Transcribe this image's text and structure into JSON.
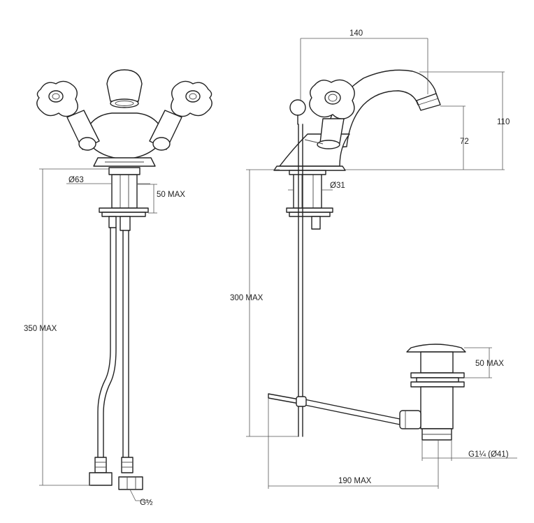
{
  "dimensions": {
    "front_diameter": "Ø63",
    "front_tail_length": "50 MAX",
    "front_height": "350 MAX",
    "thread_label": "G½",
    "side_reach": "140",
    "side_total_height": "110",
    "side_spout_height": "72",
    "side_tail_diameter": "Ø31",
    "side_rod_length": "300 MAX",
    "waste_top_length": "50 MAX",
    "waste_thread": "G1¼ (Ø41)",
    "waste_reach": "190 MAX"
  }
}
